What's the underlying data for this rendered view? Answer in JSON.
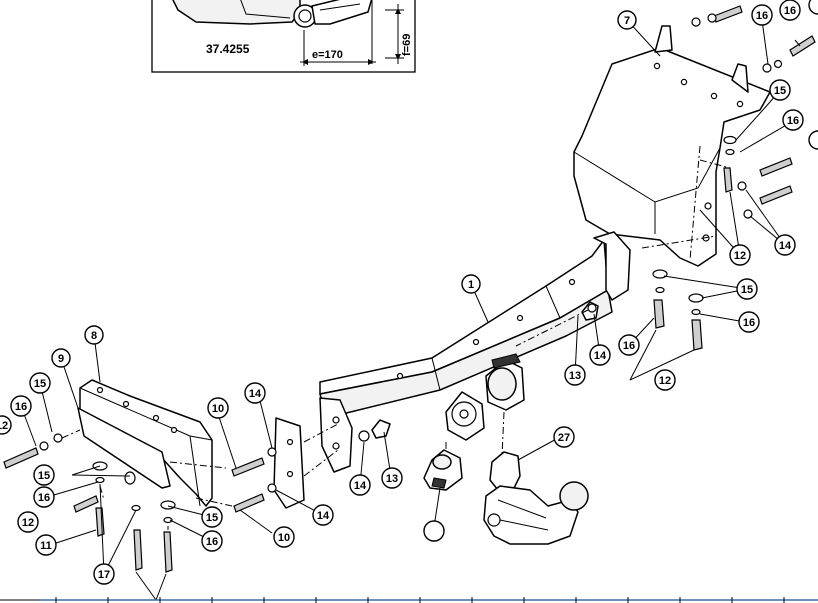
{
  "inset": {
    "code": "37.4255",
    "dim_e": "e=170",
    "dim_f": "f=69"
  },
  "balloons": [
    {
      "n": "1"
    },
    {
      "n": "7"
    },
    {
      "n": "8"
    },
    {
      "n": "9"
    },
    {
      "n": "10"
    },
    {
      "n": "10"
    },
    {
      "n": "11"
    },
    {
      "n": "12"
    },
    {
      "n": "12"
    },
    {
      "n": "12"
    },
    {
      "n": "12"
    },
    {
      "n": "13"
    },
    {
      "n": "13"
    },
    {
      "n": "14"
    },
    {
      "n": "14"
    },
    {
      "n": "14"
    },
    {
      "n": "14"
    },
    {
      "n": "14"
    },
    {
      "n": "15"
    },
    {
      "n": "15"
    },
    {
      "n": "15"
    },
    {
      "n": "15"
    },
    {
      "n": "15"
    },
    {
      "n": "16"
    },
    {
      "n": "16"
    },
    {
      "n": "16"
    },
    {
      "n": "16"
    },
    {
      "n": "16"
    },
    {
      "n": "16"
    },
    {
      "n": "16"
    },
    {
      "n": "16"
    },
    {
      "n": "17"
    },
    {
      "n": "27"
    }
  ]
}
